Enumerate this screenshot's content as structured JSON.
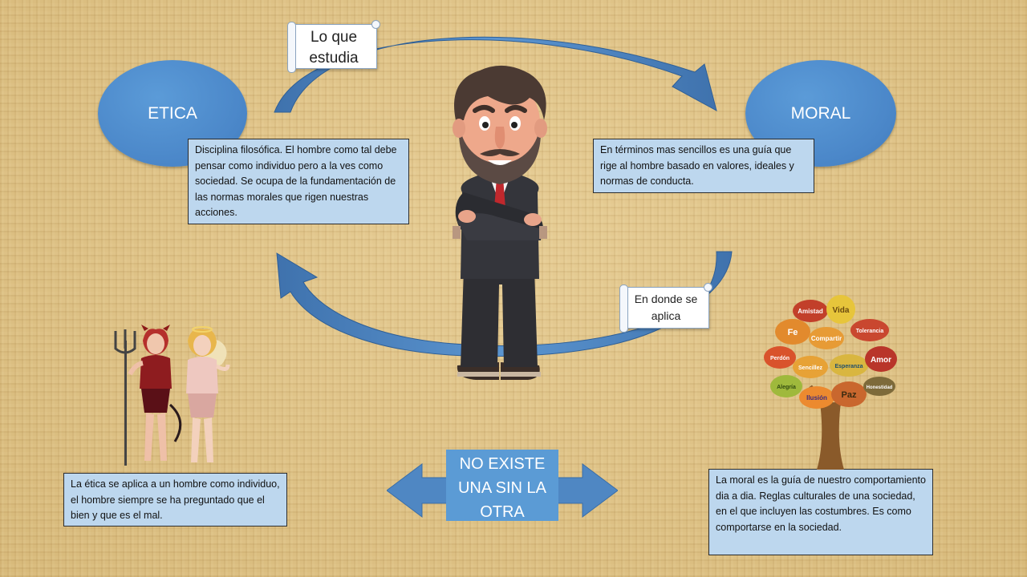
{
  "nodes": {
    "etica": "ETICA",
    "moral": "MORAL"
  },
  "labels": {
    "lo_que_estudia": "Lo que estudia",
    "en_donde_se_aplica": "En donde se aplica"
  },
  "descriptions": {
    "etica_def": "Disciplina filosófica. El hombre como tal debe pensar como individuo pero a la ves como sociedad. Se ocupa de la fundamentación de las normas morales que rigen nuestras acciones.",
    "moral_def": "En términos mas sencillos es una guía que rige al hombre basado en valores, ideales y normas de conducta.",
    "etica_aplica": "La ética se aplica a un hombre como individuo, el hombre siempre se ha preguntado que el bien y que es el mal.",
    "moral_aplica": "La moral es la guía de nuestro comportamiento dia a dia. Reglas culturales de una sociedad, en el que incluyen las costumbres. Es como comportarse en la sociedad."
  },
  "center_message": "NO EXISTE UNA SIN LA OTRA",
  "tree_words": [
    "Amistad",
    "Vida",
    "Fe",
    "Compartir",
    "Tolerancia",
    "Perdón",
    "Sencillez",
    "Esperanza",
    "Amor",
    "Alegría",
    "Ilusión",
    "Paz",
    "Honestidad"
  ],
  "colors": {
    "node_blue": "#4a86c8",
    "box_fill": "#bdd7ee",
    "arrow_blue": "#4f87c3",
    "center_box": "#5b9bd5"
  }
}
